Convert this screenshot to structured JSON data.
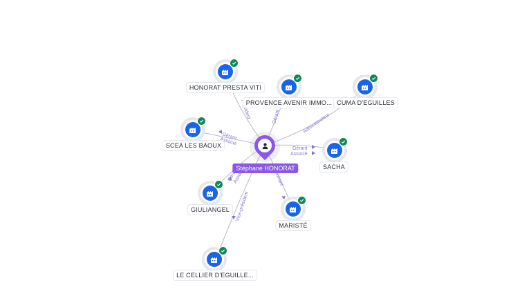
{
  "center": {
    "name": "Stéphane HONORAT",
    "icon": "person-icon",
    "color": "#8a57e8"
  },
  "companies": [
    {
      "name": "HONORAT PRESTA VITI",
      "verified": true,
      "icon": "company-icon",
      "relations": [
        "Président"
      ]
    },
    {
      "name": "PROVENCE AVENIR IMMO...",
      "verified": true,
      "icon": "company-icon",
      "relations": [
        "Gérant"
      ]
    },
    {
      "name": "CUMA D'EGUILLES",
      "verified": true,
      "icon": "company-icon",
      "relations": [
        "Administrateur"
      ]
    },
    {
      "name": "SCEA LES BAOUX",
      "verified": true,
      "icon": "company-icon",
      "relations": [
        "Gérant",
        "Associé"
      ]
    },
    {
      "name": "SACHA",
      "verified": true,
      "icon": "company-icon",
      "relations": [
        "Gérant",
        "Associé"
      ]
    },
    {
      "name": "GIULIANGEL",
      "verified": true,
      "icon": "company-icon",
      "relations": [
        "Gérant",
        "Associé"
      ]
    },
    {
      "name": "MARISTÉ",
      "verified": true,
      "icon": "company-icon",
      "relations": [
        "Gérant"
      ]
    },
    {
      "name": "LE CELLIER D'EGUILLE...",
      "verified": true,
      "icon": "company-icon",
      "relations": [
        "Vice-président"
      ]
    }
  ],
  "colors": {
    "company_fill": "#1a65e6",
    "verified_badge": "#0e8a57",
    "edge": "#b9b9c6",
    "relation_label": "#7f76d6"
  }
}
